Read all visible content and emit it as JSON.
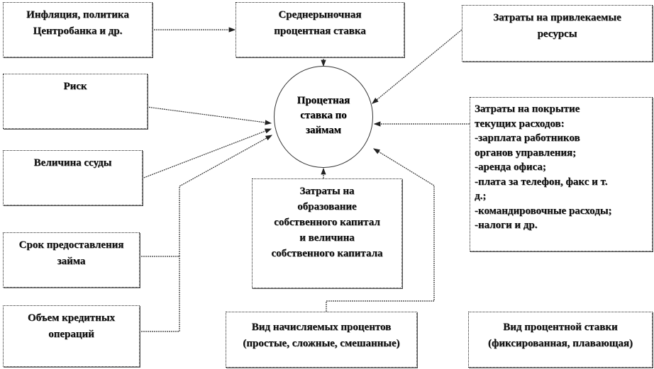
{
  "center": {
    "lines": [
      "Процетная",
      "ставка по",
      "займам"
    ]
  },
  "boxes": {
    "inflation": [
      "Инфляция, политика",
      "Центробанка и др."
    ],
    "market_rate": [
      "Среднерыночная",
      "процентная ставка"
    ],
    "attracted": [
      "Затраты на привлекаемые",
      "ресурсы"
    ],
    "risk": [
      "Риск"
    ],
    "loan_size": [
      "Величина ссуды"
    ],
    "term": [
      "Срок предоставления",
      "займа"
    ],
    "volume": [
      "Объем кредитных",
      "операций"
    ],
    "equity": [
      "Затраты на",
      "образование",
      "собственного капитал",
      "и величина",
      "собственного капитала"
    ],
    "current": [
      "Затраты на покрытие",
      "текущих расходов:",
      "-зарплата работников",
      "органов управления;",
      "-аренда офиса;",
      "-плата за телефон, факс и т.",
      "д.;",
      "-командировочные расходы;",
      "-налоги и др."
    ],
    "interest_kind": [
      "Вид начисляемых процентов",
      "(простые, сложные, смешанные)"
    ],
    "rate_kind": [
      "Вид процентной ставки",
      "(фиксированная, плавающая)"
    ]
  }
}
